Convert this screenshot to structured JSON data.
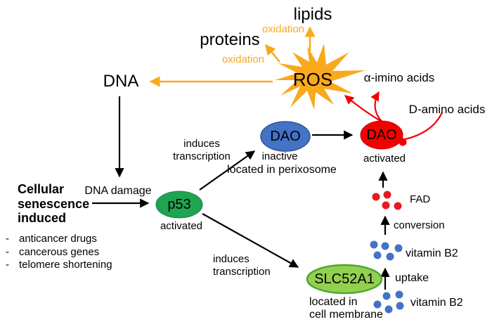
{
  "diagram": {
    "colors": {
      "orange": "#F8A91C",
      "red": "#F50000",
      "blue": "#4472C4",
      "green": "#1FA451",
      "light_green": "#92D04F",
      "light_green_border": "#4EA72E",
      "black": "#000000"
    },
    "nodes": {
      "ros": {
        "label": "ROS"
      },
      "dao_inactive": {
        "label": "DAO",
        "status": "inactive",
        "location": "located in perixosome"
      },
      "dao_active": {
        "label": "DAO",
        "status": "activated"
      },
      "p53": {
        "label": "p53",
        "status": "activated"
      },
      "slc52a1": {
        "label": "SLC52A1",
        "location": "located in\ncell membrane"
      }
    },
    "labels": {
      "lipids": "lipids",
      "proteins": "proteins",
      "dna": "DNA",
      "oxidation_upper": "oxidation",
      "oxidation_lower": "oxidation",
      "alpha_imino": "α-imino acids",
      "d_amino": "D-amino acids",
      "dna_damage": "DNA damage",
      "induces_transcription_upper": "induces\ntranscription",
      "induces_transcription_lower": "induces\ntranscription",
      "fad": "FAD",
      "conversion": "conversion",
      "uptake": "uptake",
      "vitamin_b2_upper": "vitamin B2",
      "vitamin_b2_lower": "vitamin B2"
    },
    "heading": {
      "title": "Cellular\nsenescence\ninduced",
      "dash": "-",
      "items": [
        "anticancer drugs",
        "cancerous genes",
        "telomere shortening"
      ]
    }
  }
}
